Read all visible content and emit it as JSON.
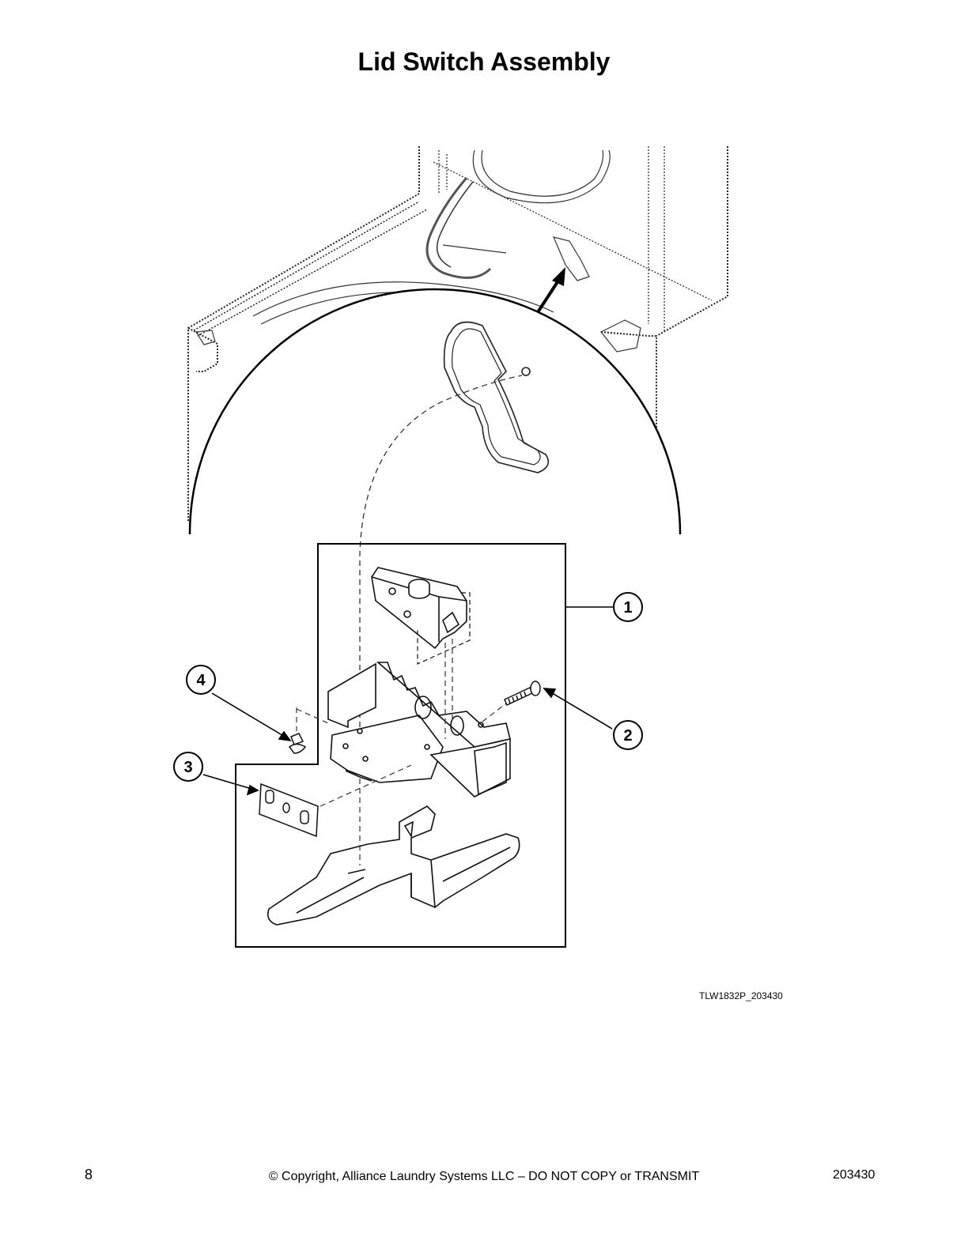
{
  "page": {
    "title": "Lid Switch Assembly",
    "figure_id": "TLW1832P_203430",
    "footer": {
      "page_number": "8",
      "copyright": "© Copyright, Alliance Laundry Systems LLC – DO NOT COPY or TRANSMIT",
      "document_number": "203430"
    }
  },
  "callouts": [
    {
      "id": "1",
      "label": "1"
    },
    {
      "id": "2",
      "label": "2"
    },
    {
      "id": "3",
      "label": "3"
    },
    {
      "id": "4",
      "label": "4"
    }
  ]
}
